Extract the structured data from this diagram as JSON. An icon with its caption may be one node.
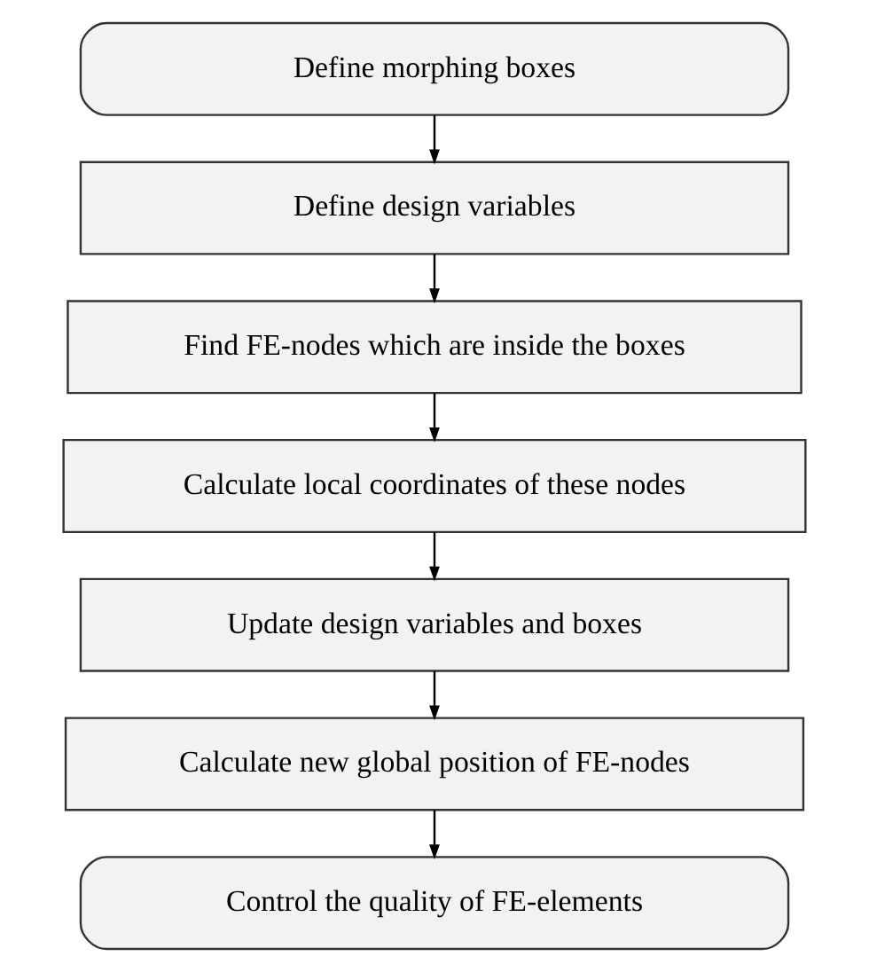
{
  "diagram": {
    "nodes": [
      {
        "text": [
          "Define morphing boxes"
        ]
      },
      {
        "text": [
          "Define design variables"
        ]
      },
      {
        "text": [
          "Find FE-nodes which are inside the boxes"
        ]
      },
      {
        "text": [
          "Calculate local coordinates of these nodes"
        ]
      },
      {
        "text": [
          "Update design variables and boxes"
        ]
      },
      {
        "text": [
          "Calculate new global position of FE-nodes"
        ]
      },
      {
        "text": [
          "Control the quality of FE-elements"
        ]
      }
    ],
    "edges": [
      {
        "from": 0,
        "to": 1,
        "arrow": "to"
      },
      {
        "from": 1,
        "to": 2,
        "arrow": "to"
      },
      {
        "from": 2,
        "to": 3,
        "arrow": "to"
      },
      {
        "from": 3,
        "to": 4,
        "arrow": "to"
      },
      {
        "from": 4,
        "to": 5,
        "arrow": "to"
      },
      {
        "from": 5,
        "to": 6,
        "arrow": "to"
      }
    ]
  }
}
